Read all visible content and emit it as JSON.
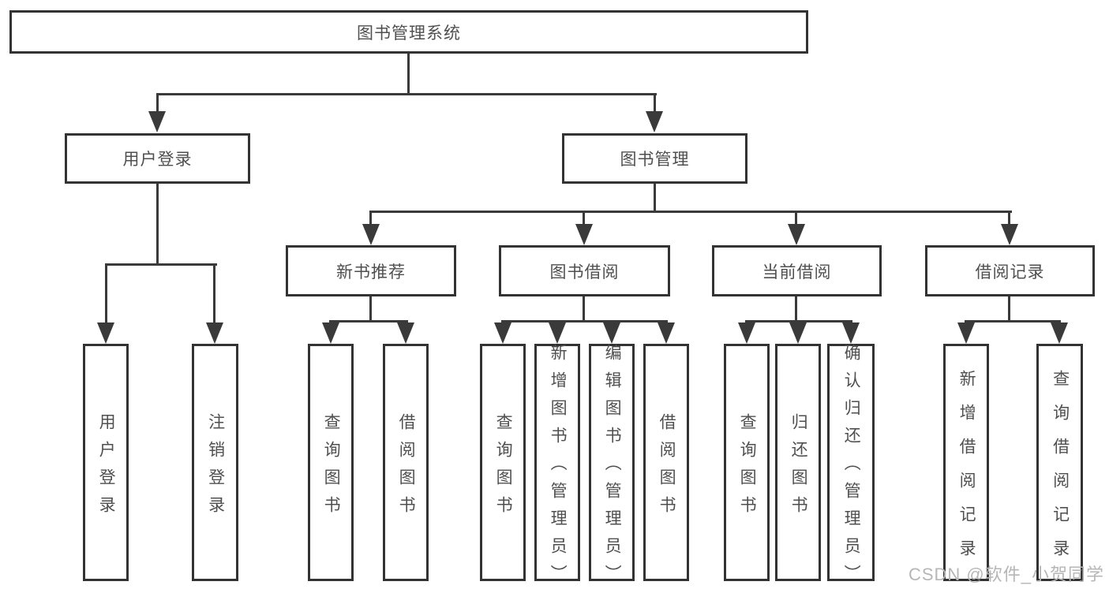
{
  "root": {
    "label": "图书管理系统"
  },
  "level2": [
    {
      "label": "用户登录"
    },
    {
      "label": "图书管理"
    }
  ],
  "level3": [
    {
      "label": "新书推荐"
    },
    {
      "label": "图书借阅"
    },
    {
      "label": "当前借阅"
    },
    {
      "label": "借阅记录"
    }
  ],
  "leaves": {
    "user_login": [
      "用户登录",
      "注销登录"
    ],
    "new_books": [
      "查询图书",
      "借阅图书"
    ],
    "borrowing": [
      "查询图书",
      "新增图书（管理员）",
      "编辑图书（管理员）",
      "借阅图书"
    ],
    "current": [
      "查询图书",
      "归还图书",
      "确认归还（管理员）"
    ],
    "records": [
      "新增借阅记录",
      "查询借阅记录"
    ]
  },
  "watermark": {
    "text": "CSDN @软件_小贺同学"
  },
  "colors": {
    "line": "#3a3a3a",
    "border": "#333333",
    "text": "#4f4f4f",
    "watermark": "#b6b6b6",
    "bg": "#ffffff"
  }
}
